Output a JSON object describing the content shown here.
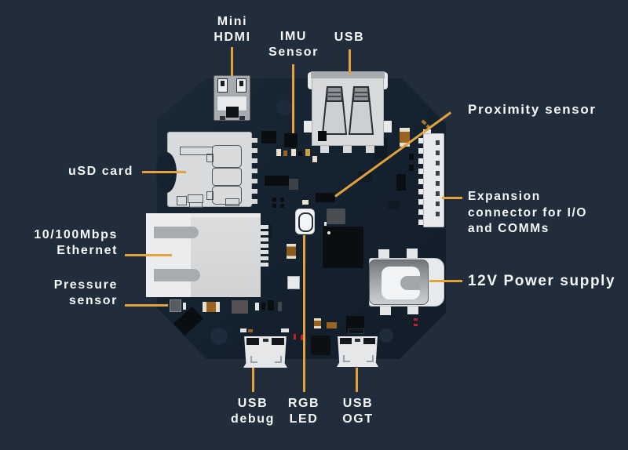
{
  "diagram": {
    "subject": "annotated circuit board diagram",
    "palette": {
      "background": "#212D3B",
      "board": "#152230",
      "leader_line": "#E3A23C",
      "label_text": "#F5F7F9",
      "component_light_gray": "#D7D9DB",
      "component_white": "#E8E9EA",
      "chip_black": "#0B0E11",
      "chip_gray": "#4A4E52",
      "passive_tan": "#9A6420",
      "marking_red": "#BF2328"
    }
  },
  "annotations": {
    "mini_hdmi": {
      "lines": [
        "Mini",
        "HDMI"
      ]
    },
    "imu_sensor": {
      "lines": [
        "IMU",
        "Sensor"
      ]
    },
    "usb": {
      "lines": [
        "USB"
      ]
    },
    "proximity": {
      "lines": [
        "Proximity sensor"
      ]
    },
    "expansion": {
      "lines": [
        "Expansion",
        "connector for I/O",
        "and COMMs"
      ]
    },
    "power": {
      "lines": [
        "12V Power supply"
      ]
    },
    "usd_card": {
      "lines": [
        "uSD card"
      ]
    },
    "ethernet": {
      "lines": [
        "10/100Mbps",
        "Ethernet"
      ]
    },
    "pressure": {
      "lines": [
        "Pressure",
        "sensor"
      ]
    },
    "usb_debug": {
      "lines": [
        "USB",
        "debug"
      ]
    },
    "rgb_led": {
      "lines": [
        "RGB",
        "LED"
      ]
    },
    "usb_ogt": {
      "lines": [
        "USB",
        "OGT"
      ]
    }
  }
}
